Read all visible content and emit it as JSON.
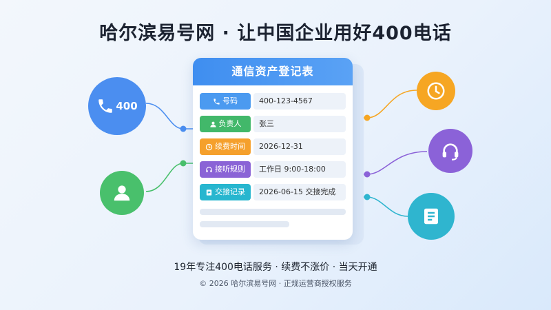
{
  "headline": "哈尔滨易号网 · 让中国企业用好400电话",
  "card": {
    "title": "通信资产登记表",
    "rows": [
      {
        "label": "号码",
        "value": "400-123-4567",
        "color": "#4b9af0",
        "icon": "phone-icon"
      },
      {
        "label": "负责人",
        "value": "张三",
        "color": "#42b86a",
        "icon": "person-icon"
      },
      {
        "label": "续费时间",
        "value": "2026-12-31",
        "color": "#f5a02c",
        "icon": "clock-icon"
      },
      {
        "label": "接听规则",
        "value": "工作日 9:00-18:00",
        "color": "#8a63d6",
        "icon": "headset-icon"
      },
      {
        "label": "交接记录",
        "value": "2026-06-15  交接完成",
        "color": "#27b6cf",
        "icon": "document-icon"
      }
    ]
  },
  "phone_badge": {
    "text": "400",
    "color": "#4b8ef0",
    "icon": "phone-icon"
  },
  "person_badge": {
    "color": "#49c06c",
    "icon": "person-icon"
  },
  "clock_badge": {
    "color": "#f6a623",
    "icon": "clock-icon"
  },
  "headset_badge": {
    "color": "#8b62d8",
    "icon": "headset-icon"
  },
  "document_badge": {
    "color": "#2fb5cf",
    "icon": "document-icon"
  },
  "tagline": "19年专注400电话服务  ·  续费不涨价  ·  当天开通",
  "copyright": "© 2026 哈尔滨易号网 · 正规运营商授权服务"
}
